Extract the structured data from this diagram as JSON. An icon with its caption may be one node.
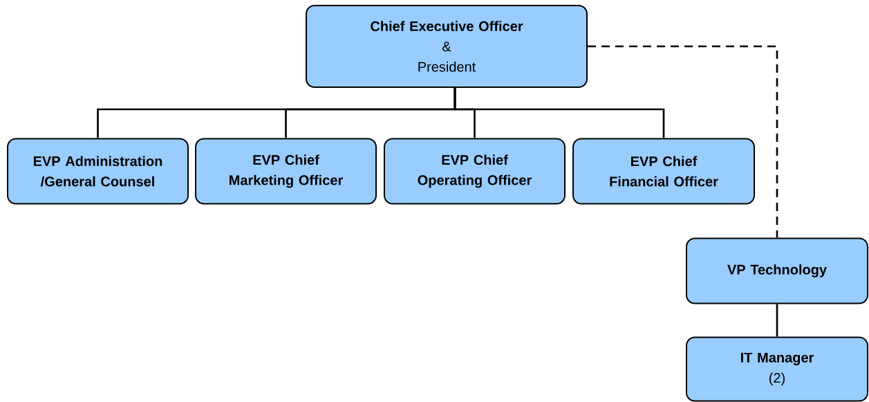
{
  "diagram": {
    "nodes": [
      {
        "text": [
          "Chief Executive Officer",
          "&",
          "President"
        ]
      },
      {
        "text": [
          "EVP Administration /General Counsel"
        ]
      },
      {
        "text": [
          "EVP Chief Marketing Officer"
        ]
      },
      {
        "text": [
          "EVP Chief Operating Officer"
        ]
      },
      {
        "text": [
          "EVP Chief Financial Officer"
        ]
      },
      {
        "text": [
          "VP Technology"
        ]
      },
      {
        "text": [
          "IT Manager",
          "(2)"
        ]
      }
    ],
    "edges": [
      {
        "from": 0,
        "to": 1,
        "arrow": "none"
      },
      {
        "from": 0,
        "to": 2,
        "arrow": "none"
      },
      {
        "from": 0,
        "to": 3,
        "arrow": "none"
      },
      {
        "from": 0,
        "to": 4,
        "arrow": "none"
      },
      {
        "from": 0,
        "to": 5,
        "arrow": "none",
        "style": "dashed"
      },
      {
        "from": 5,
        "to": 6,
        "arrow": "none"
      }
    ]
  }
}
